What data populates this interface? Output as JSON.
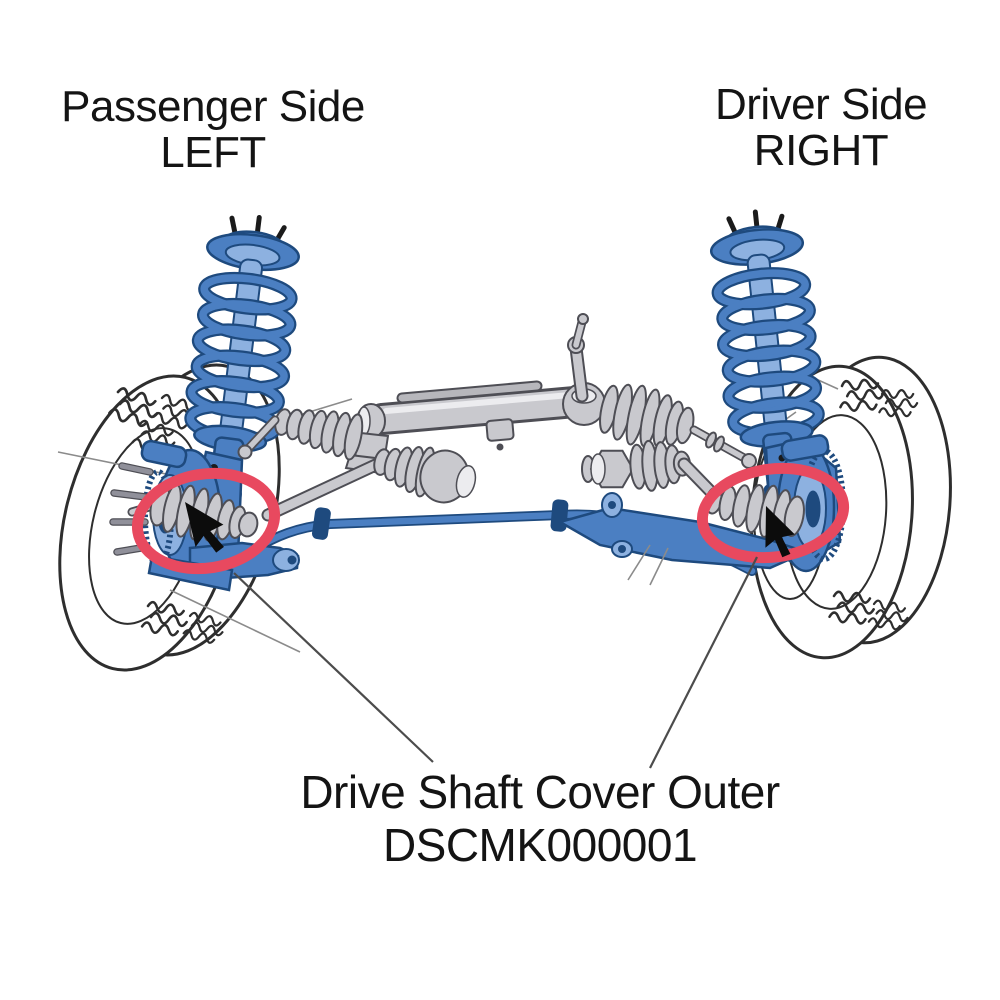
{
  "labels": {
    "passenger": {
      "line1": "Passenger Side",
      "line2": "LEFT"
    },
    "driver": {
      "line1": "Driver Side",
      "line2": "RIGHT"
    },
    "part": {
      "line1": "Drive Shaft Cover Outer",
      "line2": "DSCMK000001"
    }
  },
  "colors": {
    "highlight_red": "#e8495f",
    "part_blue": "#4b7fc2",
    "part_blue_dark": "#1e4a7e",
    "part_blue_light": "#8db1e0",
    "metal_gray": "#c9c9ce",
    "metal_gray_dark": "#4e4e55",
    "metal_light": "#ececef",
    "line_art": "#2e2e2e",
    "leader_line": "#4c4c4c",
    "text_color": "#141414",
    "background": "#ffffff"
  }
}
